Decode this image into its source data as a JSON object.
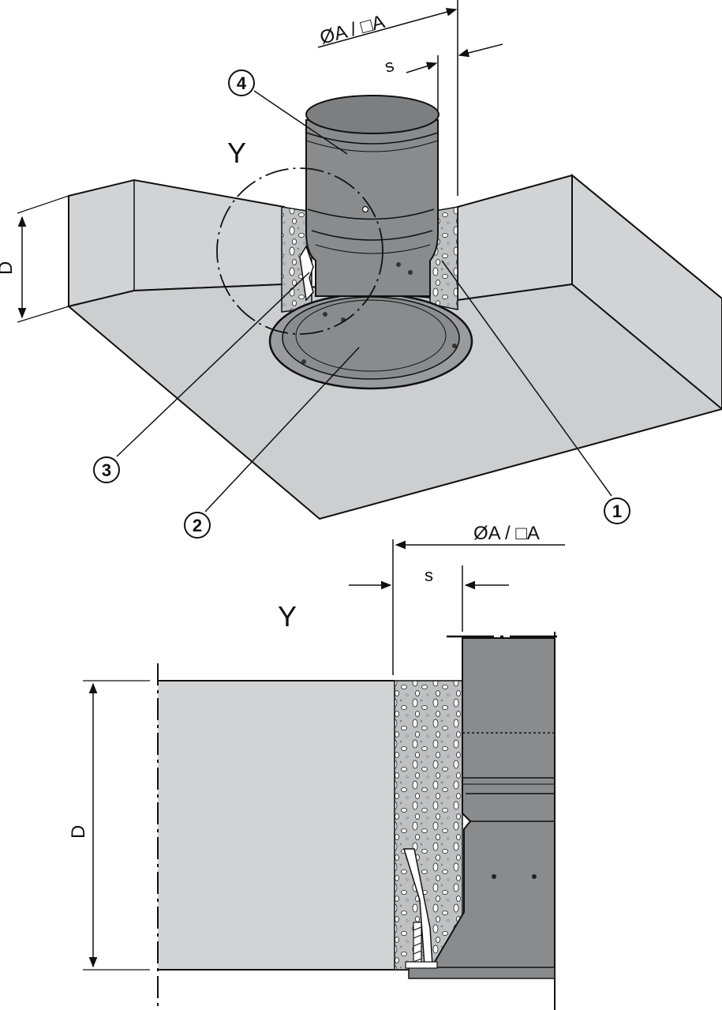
{
  "labels": {
    "diameter": "ØA / □A",
    "gap": "s",
    "depth": "D",
    "detail": "Y"
  },
  "callouts": [
    "1",
    "2",
    "3",
    "4"
  ],
  "colors": {
    "wall": "#d2d3d5",
    "pipe": "#8a8b8d",
    "pipe_dark": "#6e6f71",
    "filler": "#bfc0c2",
    "line": "#111111"
  }
}
